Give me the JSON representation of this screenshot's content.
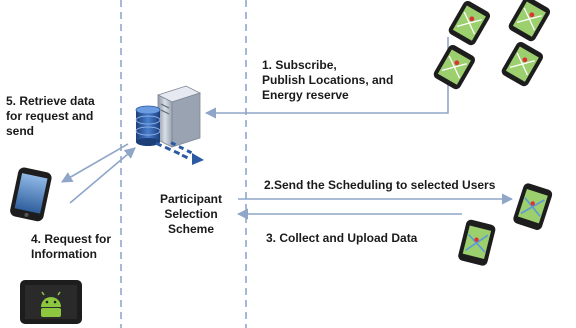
{
  "labels": {
    "step1_line1": "1. Subscribe,",
    "step1_line2": "Publish Locations, and",
    "step1_line3": "Energy reserve",
    "step2": "2.Send the Scheduling to selected Users",
    "step3": "3. Collect and Upload Data",
    "step4_line1": "4. Request for",
    "step4_line2": "Information",
    "step5_line1": "5. Retrieve data",
    "step5_line2": "for request and",
    "step5_line3": "send",
    "scheme_line1": "Participant",
    "scheme_line2": "Selection",
    "scheme_line3": "Scheme"
  },
  "icons": {
    "server": "server-icon",
    "database": "database-icon",
    "phone": "smartphone-icon",
    "map_phone": "map-phone-icon",
    "tablet": "android-tablet-icon"
  },
  "colors": {
    "arrow": "#8fa6c8",
    "divider": "#8aa2c8",
    "phone_body": "#1d1d1d",
    "map_green": "#9ccf6e",
    "server_body": "#bfc6d2",
    "database_blue": "#2b5aa3",
    "android_green": "#8dc63f"
  }
}
